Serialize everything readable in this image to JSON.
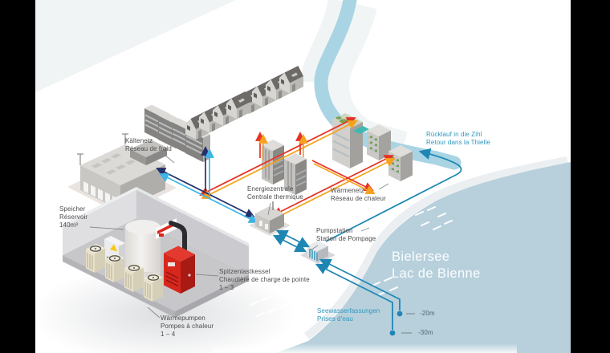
{
  "diagram": {
    "labels": {
      "cold_network": {
        "de": "Kältenetz",
        "fr": "Réseau de froid"
      },
      "storage": {
        "de": "Speicher",
        "fr": "Réservoir",
        "volume": "140m³"
      },
      "energy_center": {
        "de": "Energiezentrale",
        "fr": "Centrale thermique"
      },
      "heat_network": {
        "de": "Wärmenetz",
        "fr": "Réseau de chaleur"
      },
      "pump_station": {
        "de": "Pumpstation",
        "fr": "Station de Pompage"
      },
      "return_flow": {
        "de": "Rücklauf in die Zihl",
        "fr": "Retour dans la Thielle"
      },
      "lake": {
        "de": "Bielersee",
        "fr": "Lac de Bienne"
      },
      "peak_boiler": {
        "de": "Spitzenlastkessel",
        "fr": "Chaudière de charge de pointe",
        "units": "1 – 3"
      },
      "heat_pumps": {
        "de": "Wärmepumpen",
        "fr": "Pompes à chaleur",
        "units": "1 – 4"
      },
      "water_intakes": {
        "de": "Seewasserfassungen",
        "fr": "Prises d'eau"
      },
      "intake_depth_1": "-20m",
      "intake_depth_2": "-30m"
    },
    "colors": {
      "heat_pipe_primary": "#e63323",
      "heat_pipe_secondary": "#f6a21f",
      "cold_pipe_primary": "#24306b",
      "cold_pipe_secondary": "#3fb4e6",
      "lake_water_pipe": "#1f86b4",
      "river": "#a9d4e4",
      "lake": "#b7d0dc",
      "boiler_red": "#d7271d",
      "label_text": "#4d4d4d",
      "water_label_text": "#2f97be",
      "lake_name_text": "#ffffff",
      "frame": "#000000"
    }
  }
}
